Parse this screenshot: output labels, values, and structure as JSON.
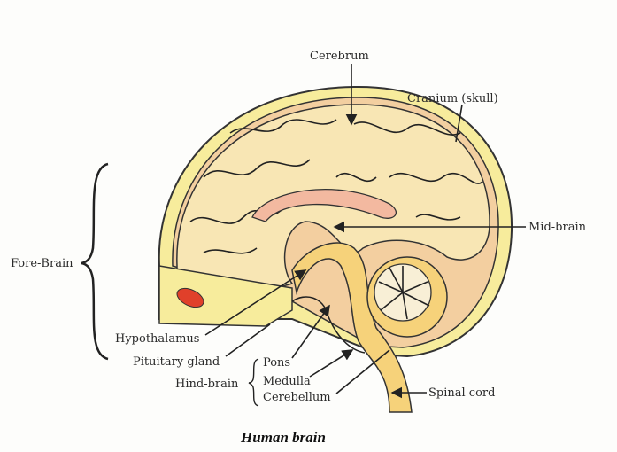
{
  "title": "Human brain",
  "labels": {
    "cerebrum": "Cerebrum",
    "cranium": "Cranium (skull)",
    "mid_brain": "Mid-brain",
    "fore_brain": "Fore-Brain",
    "hypothalamus": "Hypothalamus",
    "pituitary": "Pituitary gland",
    "hind_brain": "Hind-brain",
    "pons": "Pons",
    "medulla": "Medulla",
    "cerebellum": "Cerebellum",
    "spinal_cord": "Spinal cord"
  },
  "colors": {
    "skull": "#f7ec9c",
    "brain": "#f8e6b4",
    "inner": "#f3cfa0",
    "stem": "#f6d27a",
    "red": "#e0402a"
  }
}
